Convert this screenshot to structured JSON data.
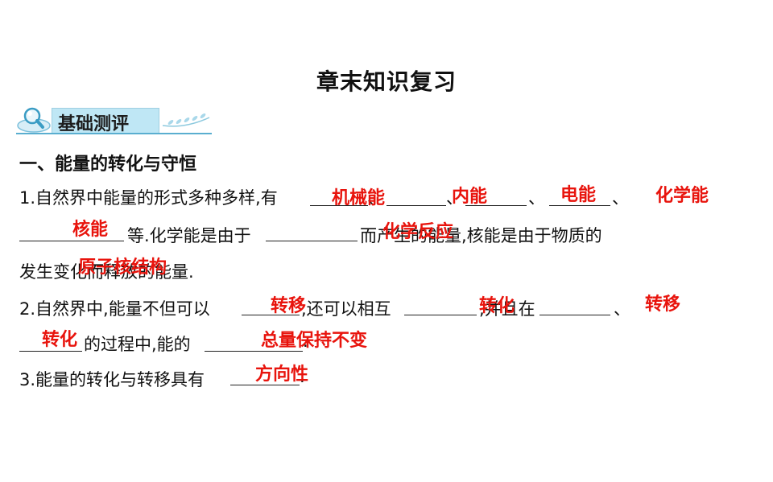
{
  "title": "章末知识复习",
  "badge": {
    "label": "基础测评"
  },
  "section1": {
    "heading": "一、能量的转化与守恒"
  },
  "q1": {
    "prefix": "1.自然界中能量的形式多种多样,有",
    "sep1": "、",
    "sep2": "、",
    "sep3": "、",
    "sep4": "、",
    "line2_mid": "等.化学能是由于",
    "line2_tail": "而产生的能量,核能是由于物质的",
    "line3": "发生变化而释放的能量.",
    "answers": [
      "机械能",
      "内能",
      "电能",
      "化学能",
      "核能",
      "化学反应",
      "原子核结构"
    ]
  },
  "q2": {
    "prefix": "2.自然界中,能量不但可以",
    "mid1": ",还可以相互",
    "mid2": ",并且在",
    "sep": "、",
    "line2_mid": "的过程中,能的",
    "end": ".",
    "answers": [
      "转移",
      "转化",
      "转移",
      "转化",
      "总量保持不变"
    ]
  },
  "q3": {
    "prefix": "3.能量的转化与转移具有",
    "end": ".",
    "answers": [
      "方向性"
    ]
  },
  "colors": {
    "answer": "#e8140d",
    "badge_bg": "#bfe7f5",
    "badge_line": "#5aaed0"
  }
}
